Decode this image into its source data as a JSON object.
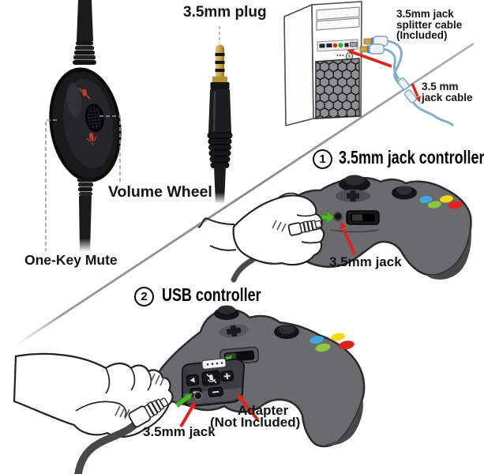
{
  "labels": {
    "plug": "3.5mm plug",
    "volume_wheel": "Volume Wheel",
    "one_key_mute": "One-Key Mute",
    "splitter_line1": "3.5mm jack",
    "splitter_line2": "splitter cable",
    "splitter_line3": "(Included)",
    "jack_cable_line1": "3.5 mm",
    "jack_cable_line2": "jack cable"
  },
  "sections": {
    "one": {
      "number": "1",
      "title": "3.5mm jack controller",
      "jack_label": "3.5mm jack"
    },
    "two": {
      "number": "2",
      "title": "USB controller",
      "jack_label": "3.5mm jack",
      "adapter_line1": "Adapter",
      "adapter_line2": "(Not Included)"
    }
  },
  "colors": {
    "red_arrow": "#da251d",
    "green_arrow": "#4db32b",
    "splitter_cable": "#84adc8",
    "plug_gold": "#c9a24b",
    "controller_body": "#6b6b6f",
    "divider": "#8c8c8c",
    "remote_icon_red": "#c0392b",
    "label_text": "#141414"
  }
}
